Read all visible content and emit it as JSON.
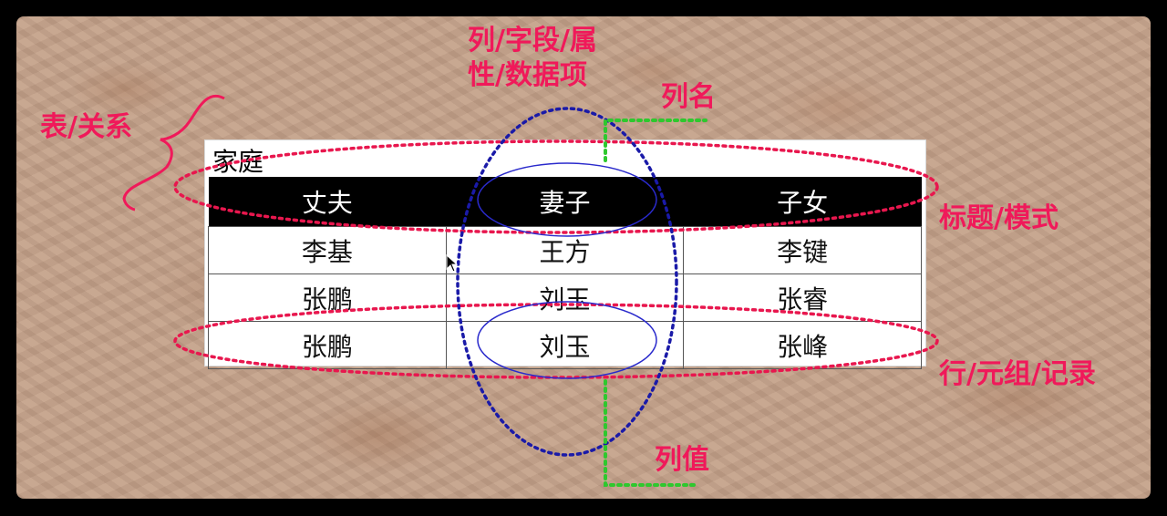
{
  "annotations": {
    "table_relation": "表/关系",
    "attribute_line1": "列/字段/属",
    "attribute_line2": "性/数据项",
    "column_name": "列名",
    "header_schema": "标题/模式",
    "row_tuple": "行/元组/记录",
    "column_value": "列值"
  },
  "table": {
    "caption": "家庭",
    "headers": [
      "丈夫",
      "妻子",
      "子女"
    ],
    "rows": [
      [
        "李基",
        "王方",
        "李键"
      ],
      [
        "张鹏",
        "刘玉",
        "张睿"
      ],
      [
        "张鹏",
        "刘玉",
        "张峰"
      ]
    ]
  },
  "colors": {
    "label_pink": "#f0195a",
    "dotted_red": "#e8174e",
    "dotted_blue": "#1a1aa8",
    "dotted_green": "#2ec82e",
    "thin_blue": "#2a2acc"
  }
}
